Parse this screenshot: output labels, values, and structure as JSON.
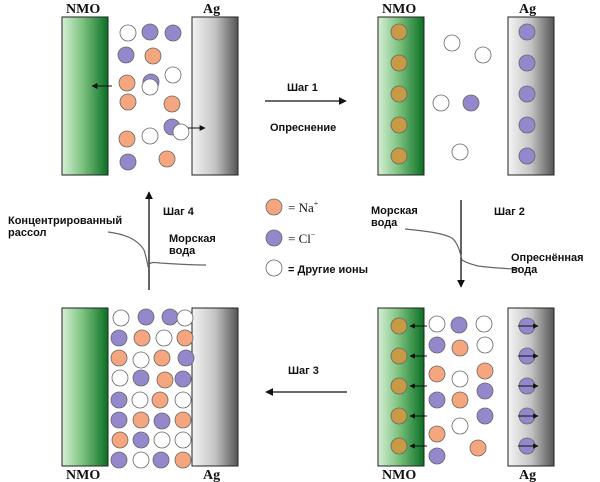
{
  "electrodes": {
    "nmo": "NMO",
    "ag": "Ag"
  },
  "steps": {
    "step1": {
      "label": "Шаг 1",
      "caption": "Опреснение"
    },
    "step2": {
      "label": "Шаг 2"
    },
    "step3": {
      "label": "Шаг 3"
    },
    "step4": {
      "label": "Шаг 4"
    }
  },
  "legend": {
    "na": {
      "text": "= Na",
      "sup": "+"
    },
    "cl": {
      "text": "= Cl",
      "sup": "−"
    },
    "other": {
      "text": "=   Другие ионы"
    }
  },
  "step4_curve": {
    "left_line1": "Концентрированный",
    "left_line2": "рассол",
    "right_line1": "Морская",
    "right_line2": "вода"
  },
  "step2_curve": {
    "left_line1": "Морская",
    "left_line2": "вода",
    "right_line1": "Опреснённая",
    "right_line2": "вода"
  },
  "colors": {
    "na": "#f5a67f",
    "cl": "#9487cc",
    "other": "#ffffff",
    "na_in_nmo": "#c89a46",
    "nmo_dark": "#0d7a2a",
    "nmo_light": "#d4efd5"
  }
}
